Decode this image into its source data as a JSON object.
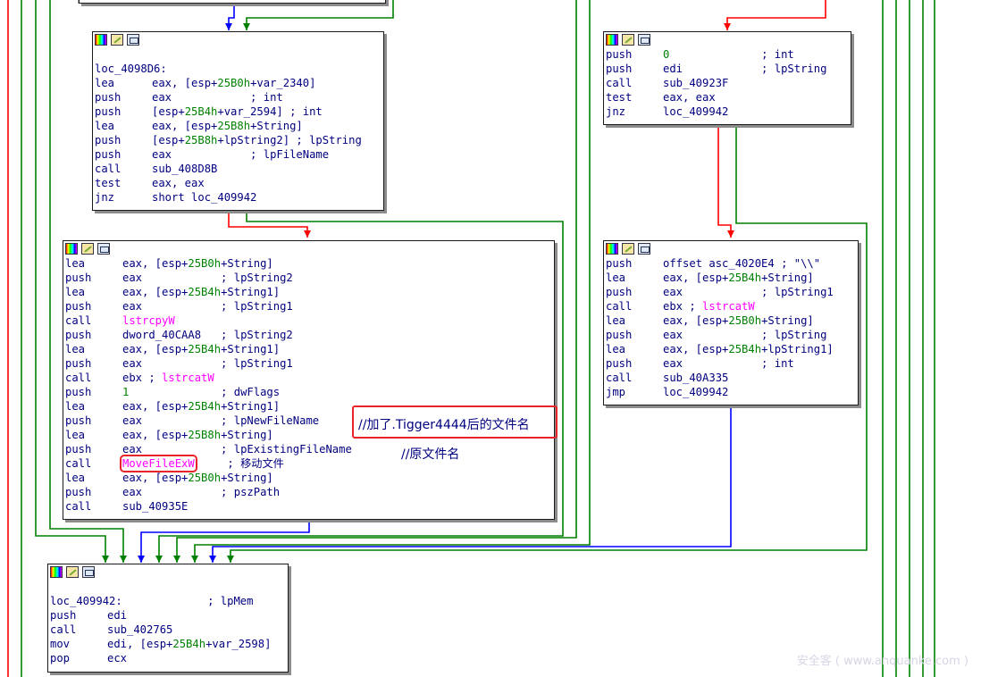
{
  "nodes": {
    "n1": {
      "lines": [
        [
          "",
          "",
          ""
        ],
        [
          "loc_4098D6:",
          "",
          ""
        ],
        [
          "lea",
          "eax, [esp+25B0h+var_2340]",
          ""
        ],
        [
          "push",
          "eax            ; int",
          ""
        ],
        [
          "push",
          "[esp+25B4h+var_2594] ; int",
          ""
        ],
        [
          "lea",
          "eax, [esp+25B8h+String]",
          ""
        ],
        [
          "push",
          "[esp+25B8h+lpString2] ; lpString",
          ""
        ],
        [
          "push",
          "eax            ; lpFileName",
          ""
        ],
        [
          "call",
          "sub_408D8B",
          ""
        ],
        [
          "test",
          "eax, eax",
          ""
        ],
        [
          "jnz",
          "short loc_409942",
          ""
        ]
      ]
    },
    "n2": {
      "lines": [
        [
          "push",
          "0              ; int",
          ""
        ],
        [
          "push",
          "edi            ; lpString",
          ""
        ],
        [
          "call",
          "sub_40923F",
          ""
        ],
        [
          "test",
          "eax, eax",
          ""
        ],
        [
          "jnz",
          "loc_409942",
          ""
        ]
      ]
    },
    "n3": {
      "lines": [
        [
          "lea",
          "eax, [esp+25B0h+String]",
          ""
        ],
        [
          "push",
          "eax            ; lpString2",
          ""
        ],
        [
          "lea",
          "eax, [esp+25B4h+String1]",
          ""
        ],
        [
          "push",
          "eax            ; lpString1",
          ""
        ],
        [
          "call",
          "lstrcpyW",
          ""
        ],
        [
          "push",
          "dword_40CAA8   ; lpString2",
          ""
        ],
        [
          "lea",
          "eax, [esp+25B4h+String1]",
          ""
        ],
        [
          "push",
          "eax            ; lpString1",
          ""
        ],
        [
          "call",
          "ebx ; lstrcatW",
          ""
        ],
        [
          "push",
          "1              ; dwFlags",
          ""
        ],
        [
          "lea",
          "eax, [esp+25B4h+String1]",
          ""
        ],
        [
          "push",
          "eax            ; lpNewFileName",
          ""
        ],
        [
          "lea",
          "eax, [esp+25B8h+String]",
          ""
        ],
        [
          "push",
          "eax            ; lpExistingFileName",
          ""
        ],
        [
          "call",
          "MoveFileExW",
          "     ; 移动文件"
        ],
        [
          "lea",
          "eax, [esp+25B0h+String]",
          ""
        ],
        [
          "push",
          "eax            ; pszPath",
          ""
        ],
        [
          "call",
          "sub_40935E",
          ""
        ]
      ]
    },
    "n4": {
      "lines": [
        [
          "push",
          "offset asc_4020E4 ; \"\\\\\"",
          ""
        ],
        [
          "lea",
          "eax, [esp+25B4h+String]",
          ""
        ],
        [
          "push",
          "eax            ; lpString1",
          ""
        ],
        [
          "call",
          "ebx ; lstrcatW",
          ""
        ],
        [
          "lea",
          "eax, [esp+25B0h+String]",
          ""
        ],
        [
          "push",
          "eax            ; lpString",
          ""
        ],
        [
          "lea",
          "eax, [esp+25B4h+lpString1]",
          ""
        ],
        [
          "push",
          "eax            ; int",
          ""
        ],
        [
          "call",
          "sub_40A335",
          ""
        ],
        [
          "jmp",
          "loc_409942",
          ""
        ]
      ]
    },
    "n5": {
      "lines": [
        [
          "",
          "",
          ""
        ],
        [
          "loc_409942:",
          "",
          "             ; lpMem"
        ],
        [
          "push",
          "edi",
          ""
        ],
        [
          "call",
          "sub_402765",
          ""
        ],
        [
          "mov",
          "edi, [esp+25B4h+var_2598]",
          ""
        ],
        [
          "pop",
          "ecx",
          ""
        ]
      ]
    }
  },
  "annotations": {
    "new_name": "//加了.Tigger4444后的文件名",
    "orig_name": "//原文件名"
  },
  "watermark": "安全客 ( www.anquanke.com )",
  "colors": {
    "edge_true": "#008000",
    "edge_false": "#ff0000",
    "edge_unconditional": "#0000ff",
    "highlight": "#e8242a",
    "code": "#000080",
    "number": "#008000",
    "import": "#ff00ff"
  }
}
